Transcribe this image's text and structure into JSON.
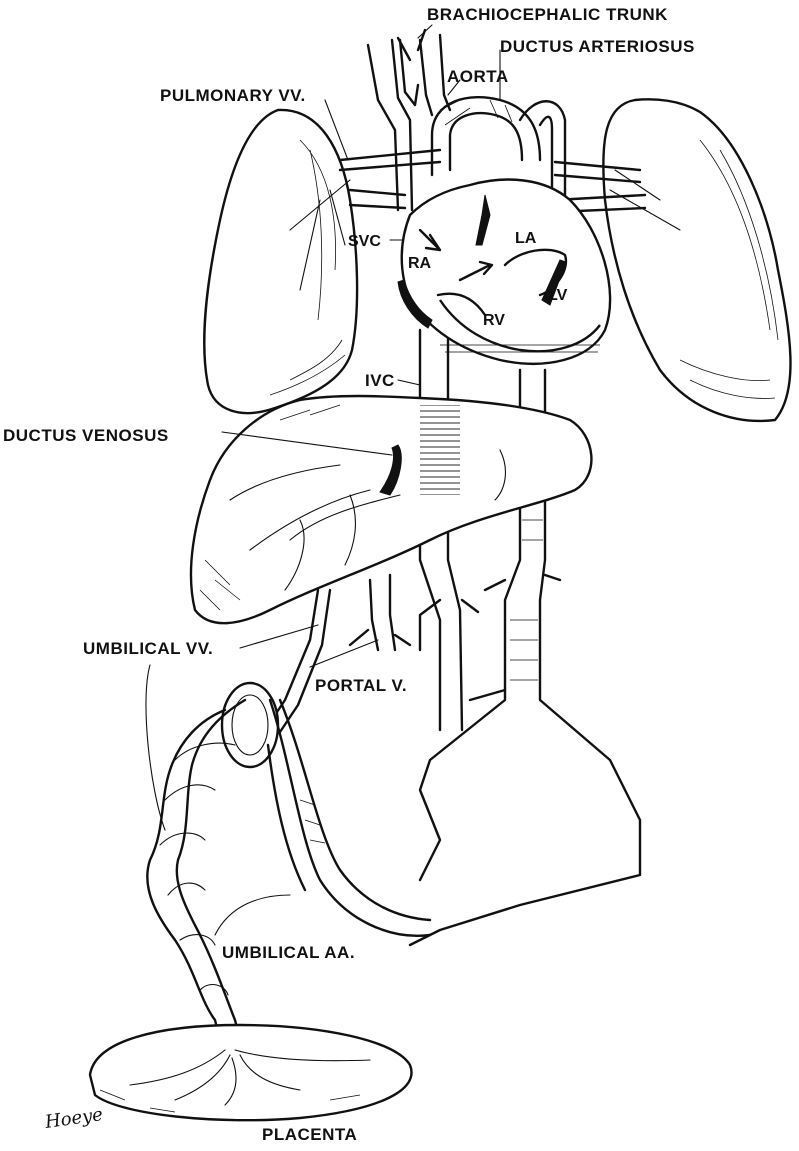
{
  "labels": {
    "brachiocephalic_trunk": "BRACHIOCEPHALIC TRUNK",
    "ductus_arteriosus": "DUCTUS ARTERIOSUS",
    "aorta": "AORTA",
    "pulmonary_vv": "PULMONARY VV.",
    "svc": "SVC",
    "ra": "RA",
    "la": "LA",
    "lv": "LV",
    "rv": "RV",
    "ivc": "IVC",
    "ductus_venosus": "DUCTUS VENOSUS",
    "umbilical_vv": "UMBILICAL VV.",
    "portal_v": "PORTAL V.",
    "umbilical_aa": "UMBILICAL AA.",
    "placenta": "PLACENTA"
  },
  "signature": "Hoeye"
}
